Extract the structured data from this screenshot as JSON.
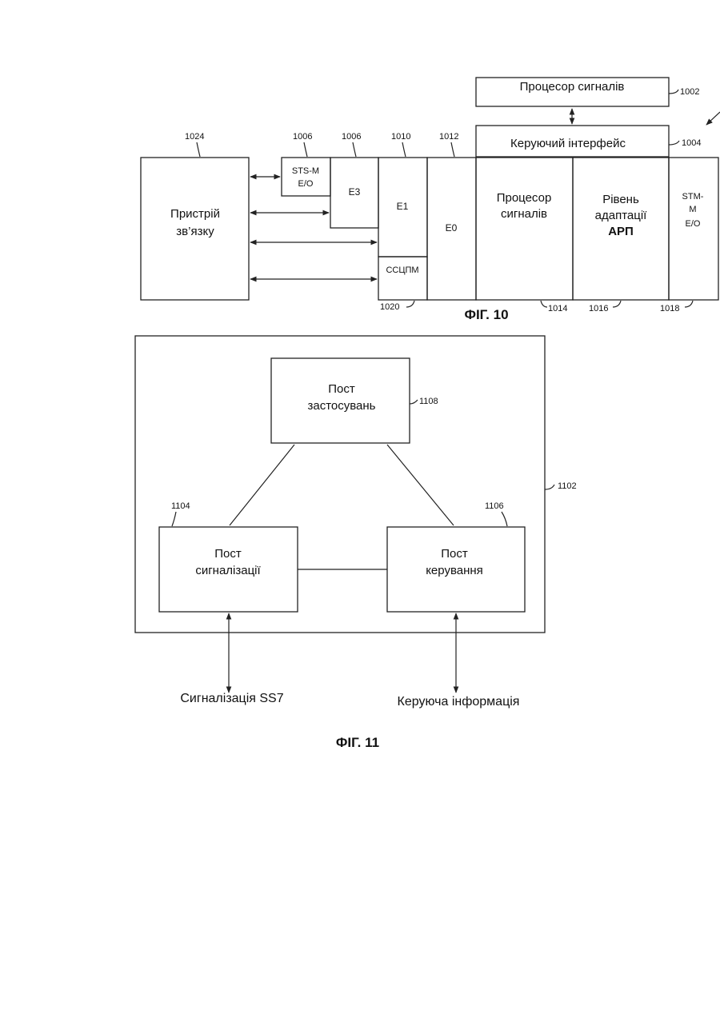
{
  "fig10": {
    "caption": "ФІГ. 10",
    "arrow_ref": "",
    "refs": {
      "r1002": "1002",
      "r1004": "1004",
      "r1006a": "1006",
      "r1006b": "1006",
      "r1010": "1010",
      "r1012": "1012",
      "r1014": "1014",
      "r1016": "1016",
      "r1018": "1018",
      "r1020": "1020",
      "r1024": "1024"
    },
    "signal_processor_top": "Процесор сигналів",
    "control_interface": "Керуючий інтерфейс",
    "comm_device": [
      "Пристрій",
      "зв’язку"
    ],
    "sts_m": [
      "STS-M",
      "E/O"
    ],
    "e3": "E3",
    "e1": "E1",
    "e0": "E0",
    "sscpm": "ССЦПМ",
    "signal_processor": [
      "Процесор",
      "сигналів"
    ],
    "atm_layer": [
      "Рівень",
      "адаптації",
      "АРП"
    ],
    "stm_m": [
      "STM-",
      "M",
      "E/O"
    ]
  },
  "fig11": {
    "caption": "ФІГ. 11",
    "refs": {
      "r1102": "1102",
      "r1104": "1104",
      "r1106": "1106",
      "r1108": "1108"
    },
    "application_post": [
      "Пост",
      "застосувань"
    ],
    "signaling_post": [
      "Пост",
      "сигналізації"
    ],
    "control_post": [
      "Пост",
      "керування"
    ],
    "ss7_label": "Сигналізація SS7",
    "control_info_label": "Керуюча інформація"
  }
}
